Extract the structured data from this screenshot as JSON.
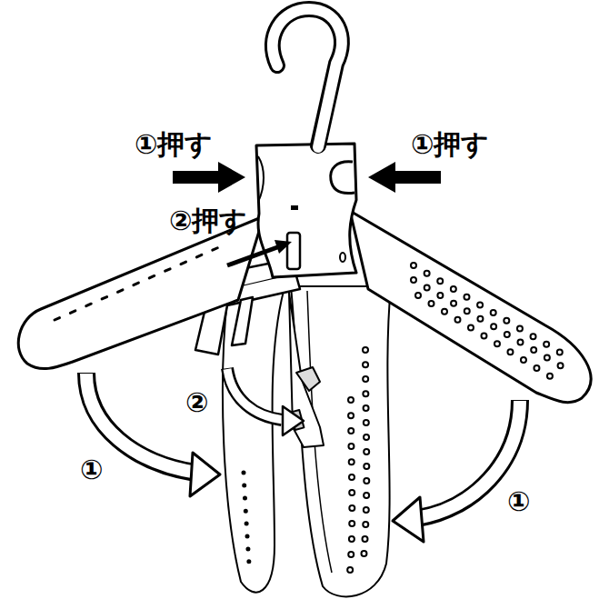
{
  "diagram": {
    "labels": [
      "①押す",
      "①押す",
      "②押す",
      "②",
      "①",
      "①"
    ]
  }
}
